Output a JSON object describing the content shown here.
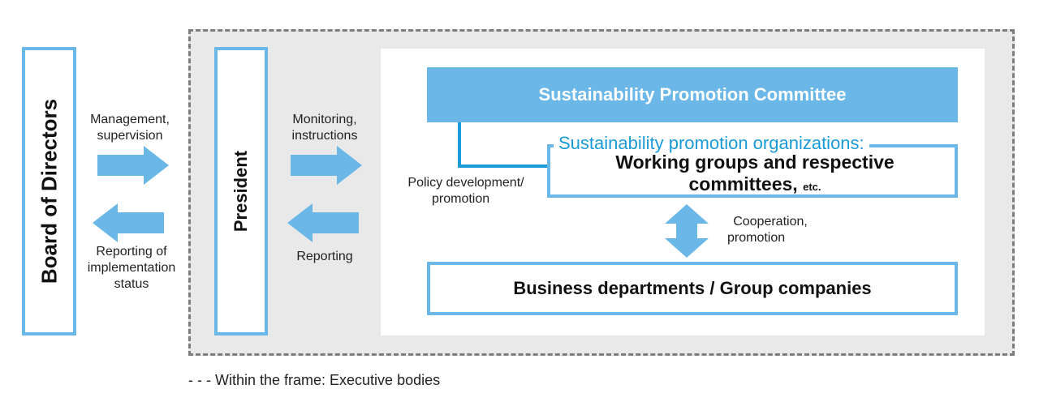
{
  "nodes": {
    "board": "Board of Directors",
    "president": "President",
    "committee": "Sustainability Promotion Committee",
    "organizations_heading": "Sustainability promotion organizations:",
    "working_groups": "Working groups and respective committees,",
    "working_groups_suffix": "etc.",
    "business": "Business departments / Group companies"
  },
  "edges": {
    "board_to_president": [
      "Management,",
      "supervision"
    ],
    "president_to_board": [
      "Reporting of",
      "implementation",
      "status"
    ],
    "president_to_committee": [
      "Monitoring,",
      "instructions"
    ],
    "committee_to_president": [
      "Reporting"
    ],
    "committee_to_organizations": [
      "Policy development/",
      "promotion"
    ],
    "organizations_business": [
      "Cooperation,",
      "promotion"
    ]
  },
  "legend": "- - - Within the frame: Executive bodies",
  "colors": {
    "accent_blue": "#6ab7e8",
    "line_blue": "#1a9ad6",
    "frame_gray": "#e9e9e9",
    "frame_border": "#7d7d7d"
  }
}
